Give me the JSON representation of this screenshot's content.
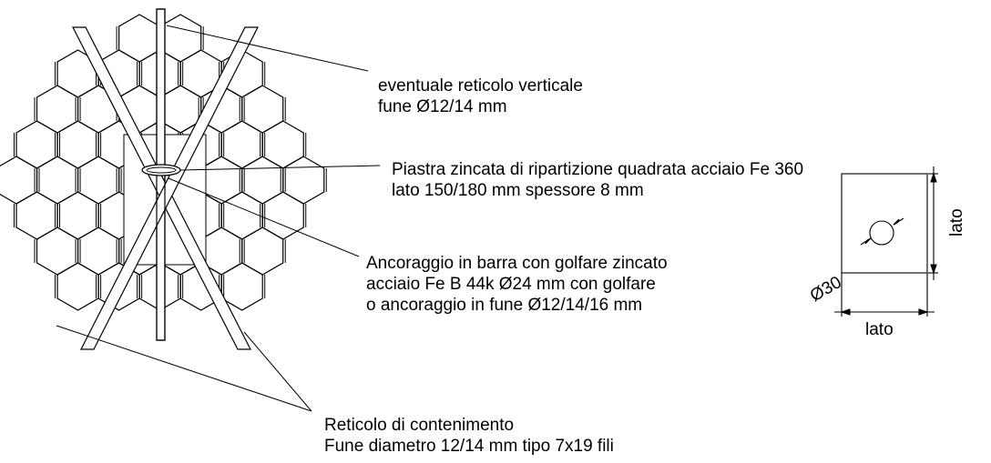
{
  "labels": {
    "vertical_net": {
      "line1": "eventuale reticolo verticale",
      "line2": "fune Ø12/14 mm"
    },
    "plate": {
      "line1": "Piastra zincata di ripartizione quadrata acciaio Fe 360",
      "line2": "lato 150/180 mm spessore 8 mm"
    },
    "anchor": {
      "line1": "Ancoraggio in barra con golfare zincato",
      "line2": "acciaio Fe B 44k Ø24 mm con golfare",
      "line3": "o ancoraggio in fune Ø12/14/16 mm"
    },
    "containment": {
      "line1": "Reticolo di contenimento",
      "line2": "Fune diametro 12/14 mm tipo 7x19 fili"
    }
  },
  "plate_detail": {
    "side_vertical": "lato",
    "side_horizontal": "lato",
    "hole_diameter": "Ø30"
  }
}
